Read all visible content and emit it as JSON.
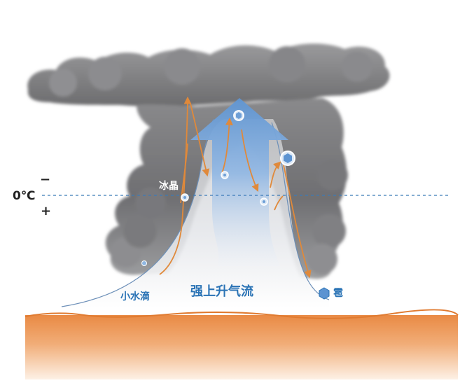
{
  "labels": {
    "freezing_level": "0℃",
    "minus_sign": "−",
    "plus_sign": "+",
    "ice_crystal": "冰晶",
    "small_droplet": "小水滴",
    "strong_updraft": "强上升气流",
    "hail": "雹"
  },
  "colors": {
    "cloud_dark": "#7b7b7d",
    "cloud_light": "#b9babc",
    "updraft_arrow": "#6e9fd6",
    "particle_path": "#e0893a",
    "ground_top": "#e9873f",
    "ground_bottom": "#fbe6d4",
    "freezing_line": "#3a7ab8",
    "label_blue": "#2a73b5"
  },
  "icons": [
    "ice-crystal-icon",
    "droplet-icon",
    "hailstone-icon"
  ]
}
